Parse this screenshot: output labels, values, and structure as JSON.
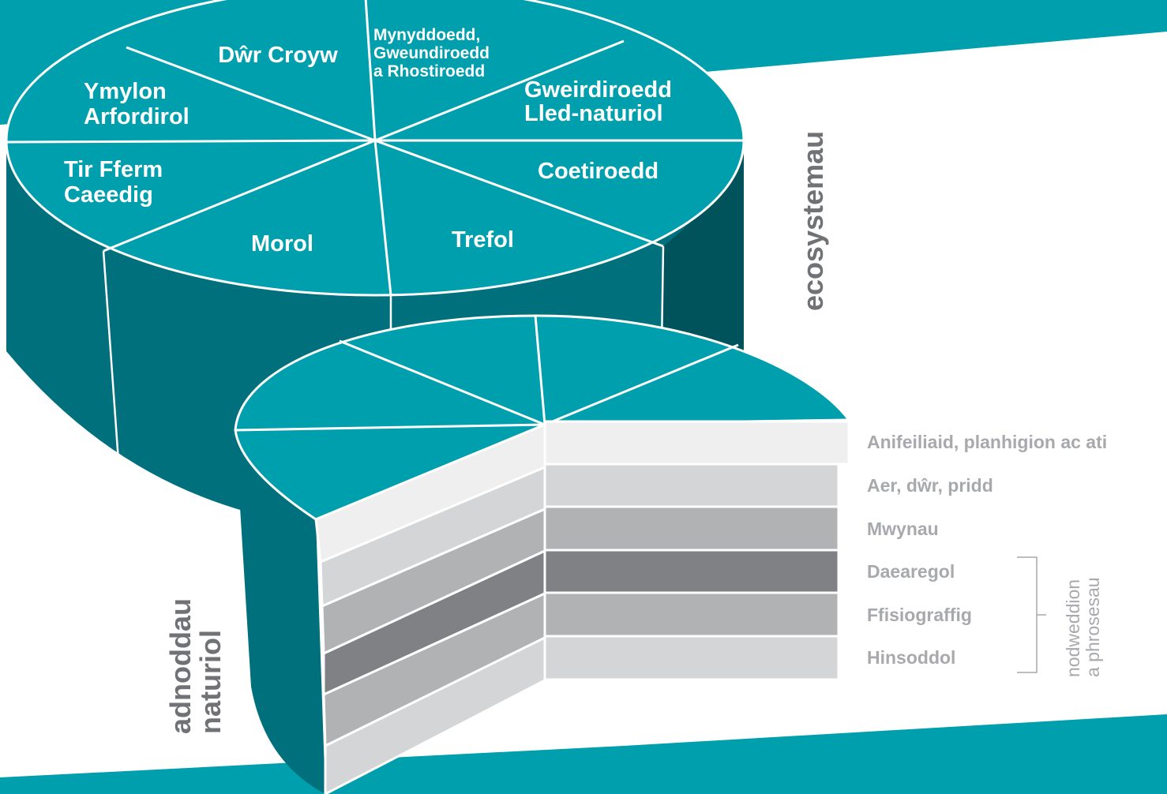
{
  "colors": {
    "teal": "#009fae",
    "teal_dark": "#00707c",
    "teal_darker": "#00525b",
    "side_title": "#717276",
    "layer_text": "#a7a9ac",
    "layers": [
      "#efefef",
      "#d4d5d6",
      "#b1b2b4",
      "#808184",
      "#b1b2b4",
      "#d4d5d6"
    ]
  },
  "ecosystems": {
    "title": "ecosystemau",
    "segments": [
      {
        "lines": [
          "Dŵr Croyw"
        ]
      },
      {
        "lines": [
          "Mynyddoedd,",
          "Gweundiroedd",
          "a Rhostiroedd"
        ]
      },
      {
        "lines": [
          "Gweirdiroedd",
          "Lled-naturiol"
        ]
      },
      {
        "lines": [
          "Coetiroedd"
        ]
      },
      {
        "lines": [
          "Trefol"
        ]
      },
      {
        "lines": [
          "Morol"
        ]
      },
      {
        "lines": [
          "Tir Fferm",
          "Caeedig"
        ]
      },
      {
        "lines": [
          "Ymylon",
          "Arfordirol"
        ]
      }
    ]
  },
  "resources": {
    "title_lines": [
      "adnoddau",
      "naturiol"
    ],
    "layers": [
      "Anifeiliaid, planhigion ac ati",
      "Aer, dŵr, pridd",
      "Mwynau",
      "Daearegol",
      "Ffisiograffig",
      "Hinsoddol"
    ],
    "bracket_label_lines": [
      "nodweddion",
      "a phrosesau"
    ]
  }
}
